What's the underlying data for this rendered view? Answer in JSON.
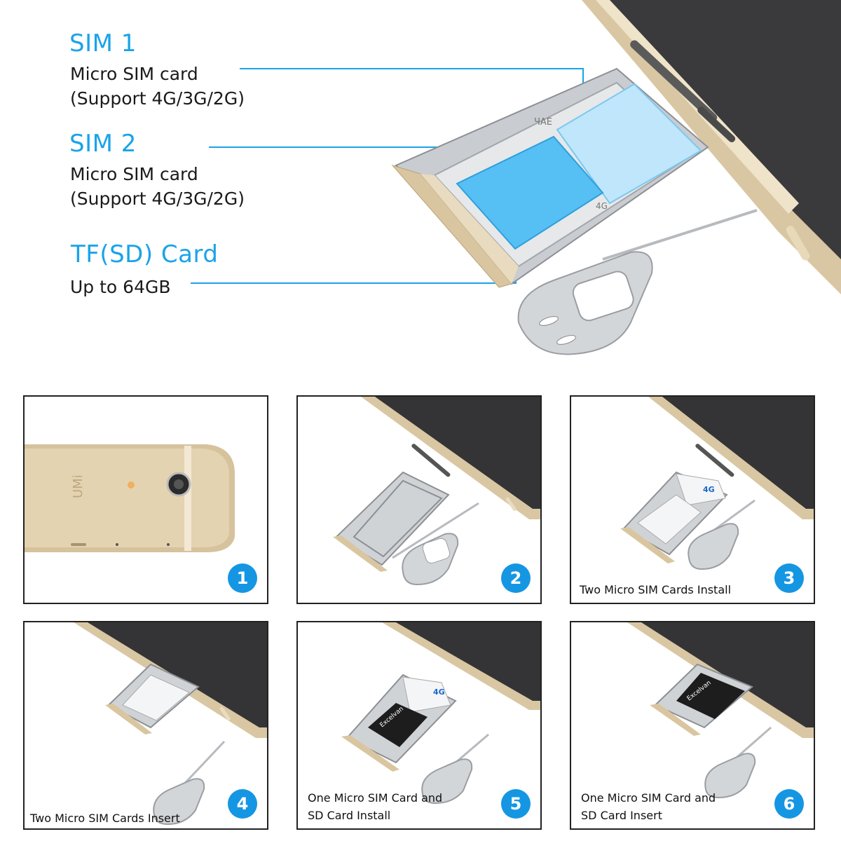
{
  "hero": {
    "sim1": {
      "title": "SIM 1",
      "line1": "Micro SIM card",
      "line2": "(Support 4G/3G/2G)"
    },
    "sim2": {
      "title": "SIM 2",
      "line1": "Micro SIM card",
      "line2": "(Support 4G/3G/2G)"
    },
    "tf": {
      "title": "TF(SD) Card",
      "line1": "Up to 64GB"
    },
    "tray_mark_1": "ЧАЕ",
    "tray_mark_2": "4G"
  },
  "steps": [
    {
      "number": "1",
      "caption": ""
    },
    {
      "number": "2",
      "caption": ""
    },
    {
      "number": "3",
      "caption": "Two Micro SIM Cards Install"
    },
    {
      "number": "4",
      "caption": "Two Micro SIM Cards  Insert"
    },
    {
      "number": "5",
      "caption_line1": "One Micro SIM Card and",
      "caption_line2": "SD Card Install"
    },
    {
      "number": "6",
      "caption_line1": "One Micro SIM Card and",
      "caption_line2": "SD Card  Insert"
    }
  ],
  "phone_logo": "UMi",
  "sd_brand": "Excelvan",
  "sim_badge": "4G",
  "colors": {
    "accent": "#1aa3e8",
    "badge": "#1596e3",
    "gold": "#d9c6a0",
    "tray_silver": "#b9bcc0",
    "card_blue": "#56bff3"
  }
}
